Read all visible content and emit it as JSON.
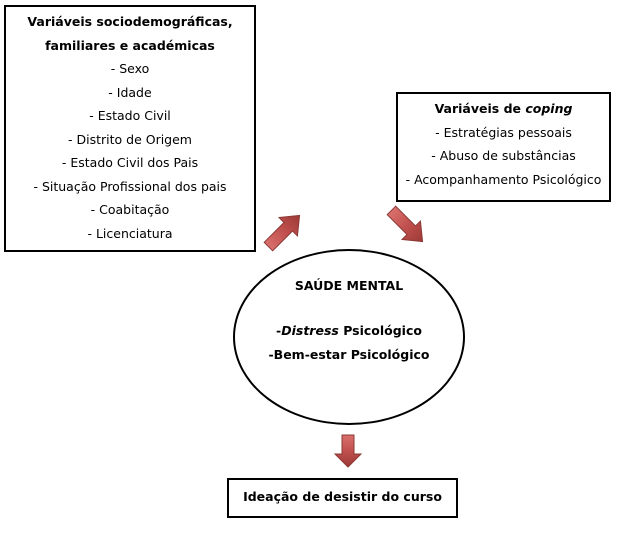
{
  "left_box": {
    "title_line1": "Variáveis sociodemográficas,",
    "title_line2": "familiares e académicas",
    "items": [
      "- Sexo",
      "- Idade",
      "- Estado Civil",
      "- Distrito de Origem",
      "- Estado Civil dos Pais",
      "- Situação Profissional dos pais",
      "- Coabitação",
      "- Licenciatura"
    ]
  },
  "right_box": {
    "title_prefix": "Variáveis de ",
    "title_em": "coping",
    "items": [
      "- Estratégias pessoais",
      "- Abuso de substâncias",
      "- Acompanhamento Psicológico"
    ]
  },
  "center": {
    "title": "SAÚDE MENTAL",
    "item1_em": "Distress",
    "item1_prefix": "-",
    "item1_suffix": " Psicológico",
    "item2": "-Bem-estar Psicológico"
  },
  "bottom_box": {
    "label": "Ideação de desistir do curso"
  },
  "colors": {
    "arrow_fill": "#c0504d",
    "arrow_stroke": "#8c3836",
    "border": "#000000"
  }
}
